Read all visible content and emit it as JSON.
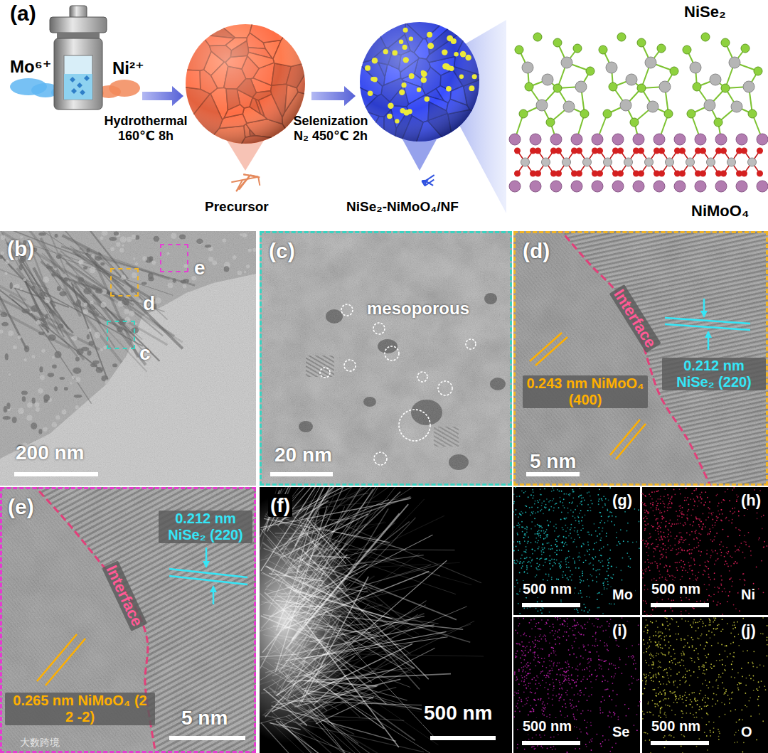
{
  "diagram": {
    "nodes": [
      {
        "text": [
          "(a)"
        ]
      },
      {
        "text": [
          "(b)",
          "200 nm"
        ]
      },
      {
        "text": [
          "e"
        ],
        "in": 1
      },
      {
        "text": [
          "d"
        ],
        "in": 1
      },
      {
        "text": [
          "c"
        ],
        "in": 1
      },
      {
        "text": [
          "(c)",
          "mesoporous",
          "20 nm"
        ]
      },
      {
        "text": [
          "(d)",
          "Interface",
          "0.243 nm NiMoO₄ (400)",
          "0.212 nm NiSe₂ (220)",
          "5 nm"
        ]
      },
      {
        "text": [
          "(e)",
          "0.212 nm NiSe₂ (220)",
          "Interface",
          "0.265 nm NiMoO₄ (2 2 -2)",
          "5 nm"
        ]
      },
      {
        "text": [
          "(f)",
          "500 nm"
        ]
      },
      {
        "text": [
          "(g)",
          "500 nm",
          "Mo"
        ]
      },
      {
        "text": [
          "(h)",
          "500 nm",
          "Ni"
        ]
      },
      {
        "text": [
          "(i)",
          "500 nm",
          "Se"
        ]
      },
      {
        "text": [
          "(j)",
          "500 nm",
          "O"
        ]
      }
    ],
    "labels": [
      "Mo⁶⁺",
      "Ni²⁺",
      "Hydrothermal 160℃ 8h",
      "Precursor",
      "Selenization N₂ 450℃ 2h",
      "NiSe₂-NiMoO₄/NF",
      "NiSe₂",
      "NiMoO₄",
      "大数跨境"
    ]
  }
}
